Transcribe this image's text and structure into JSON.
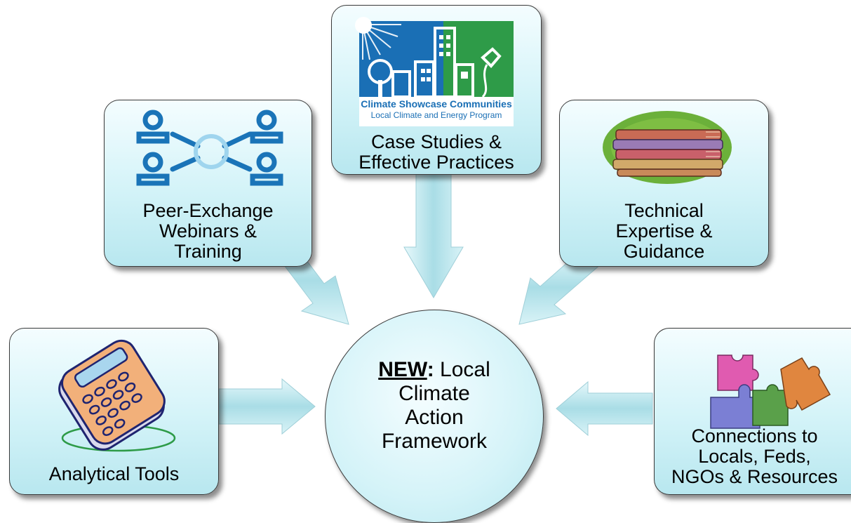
{
  "center": {
    "new_label": "NEW",
    "colon": ":",
    "line1_rest": " Local",
    "line2": "Climate",
    "line3": "Action",
    "line4": "Framework"
  },
  "nodes": {
    "case_studies": {
      "line1": "Case Studies &",
      "line2": "Effective Practices"
    },
    "peer_exchange": {
      "line1": "Peer-Exchange",
      "line2": "Webinars &",
      "line3": "Training"
    },
    "technical": {
      "line1": "Technical",
      "line2": "Expertise &",
      "line3": "Guidance"
    },
    "analytical": {
      "line1": "Analytical Tools"
    },
    "connections": {
      "line1": "Connections to",
      "line2": "Locals, Feds,",
      "line3": "NGOs & Resources"
    }
  },
  "logo": {
    "title": "Climate Showcase Communities",
    "subtitle": "Local Climate and Energy Program"
  },
  "colors": {
    "box_fill": "#d3f3f8",
    "arrow_fill": "#bfe7ee",
    "logo_blue": "#1a6fb5",
    "logo_green": "#2e9b48",
    "people_blue": "#1a74b8"
  }
}
